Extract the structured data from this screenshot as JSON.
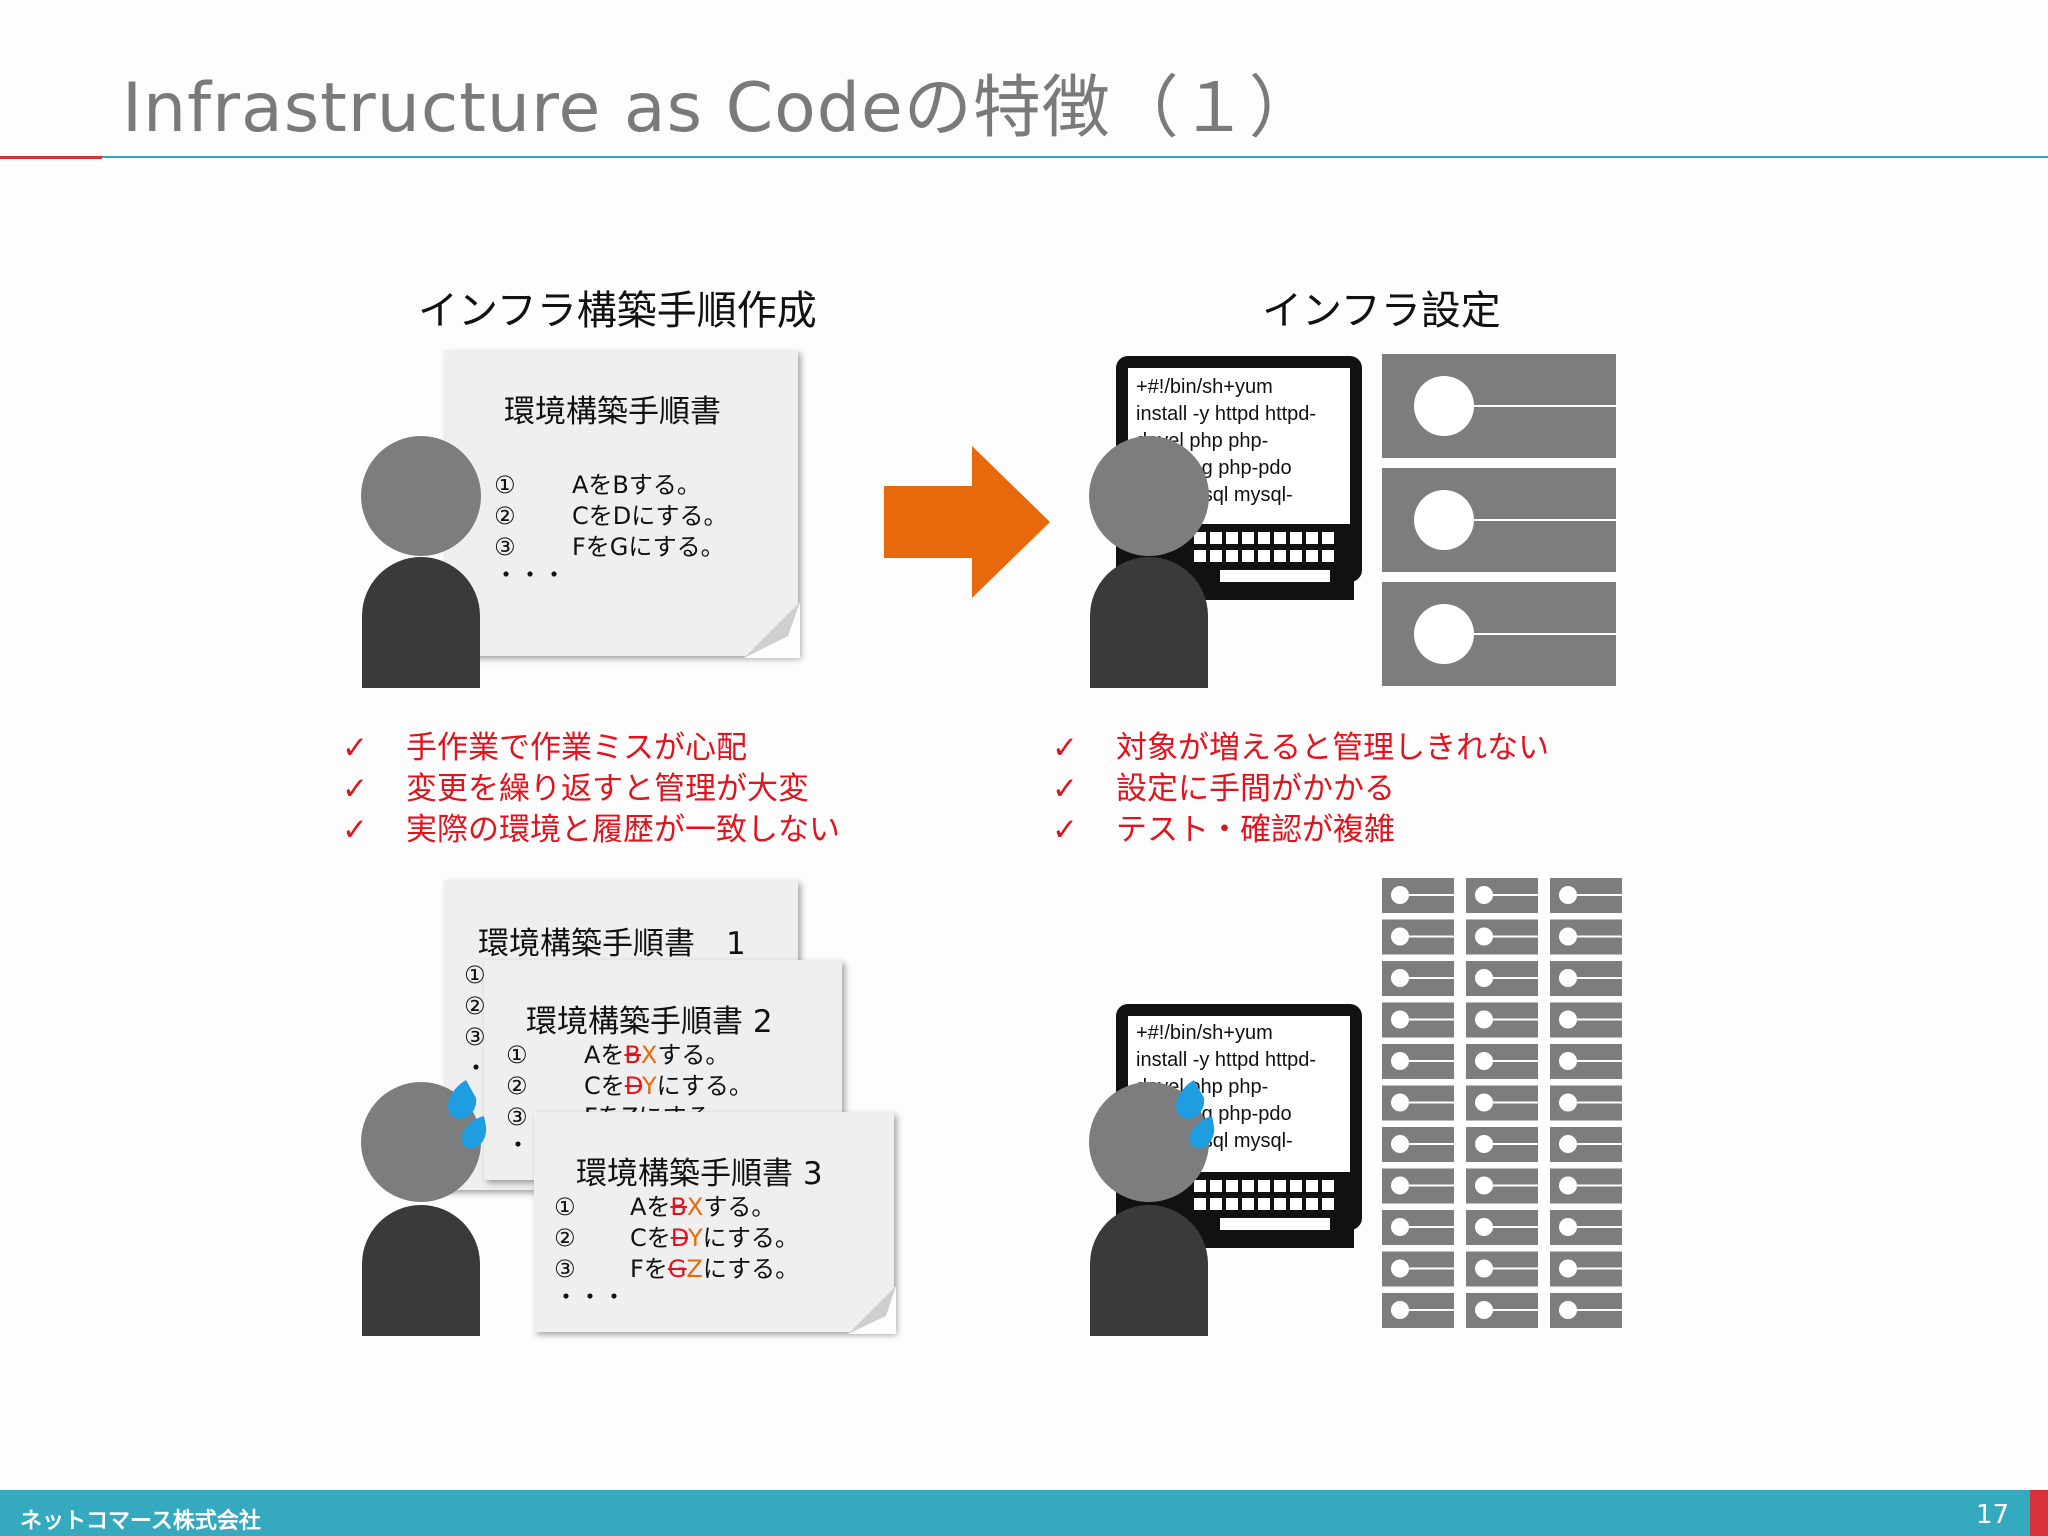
{
  "slide": {
    "title": "Infrastructure as Codeの特徴（１）",
    "page_number": "17",
    "company": "ネットコマース株式会社"
  },
  "left": {
    "heading": "インフラ構築手順作成",
    "doc_title": "環境構築手順書",
    "steps": [
      "①",
      "AをBする。",
      "②",
      "CをDにする。",
      "③",
      "FをGにする。",
      "・・・"
    ],
    "checks": [
      "手作業で作業ミスが心配",
      "変更を繰り返すと管理が大変",
      "実際の環境と履歴が一致しない"
    ],
    "docs": [
      {
        "title": "環境構築手順書　1",
        "nums": [
          "①",
          "②",
          "③",
          "・"
        ]
      },
      {
        "title": "環境構築手順書 2",
        "nums": [
          "①",
          "②",
          "③",
          "・"
        ],
        "l1a": "Aを",
        "l1b": "B",
        "l1c": "X",
        "l1d": "する。",
        "l2a": "Cを",
        "l2b": "D",
        "l2c": "Y",
        "l2d": "にする。",
        "l3": "FをZにする。"
      },
      {
        "title": "環境構築手順書 3",
        "nums": [
          "①",
          "②",
          "③"
        ],
        "l1a": "Aを",
        "l1b": "B",
        "l1c": "X",
        "l1d": "する。",
        "l2a": "Cを",
        "l2b": "D",
        "l2c": "Y",
        "l2d": "にする。",
        "l3a": "Fを",
        "l3b": "G",
        "l3c": "Z",
        "l3d": "にする。",
        "dots": "・・・"
      }
    ]
  },
  "right": {
    "heading": "インフラ設定",
    "code": "+#!/bin/sh+yum\ninstall -y httpd httpd-\ndevel php php-\nmbstring php-pdo\nphp-mysql mysql-",
    "checks": [
      "対象が増えると管理しきれない",
      "設定に手間がかかる",
      "テスト・確認が複雑"
    ]
  },
  "colors": {
    "accent_red": "#e0141e",
    "arrow_orange": "#e8690c",
    "footer_teal": "#35a9bd",
    "server_gray": "#7d7d7d"
  },
  "check_mark": "✓"
}
